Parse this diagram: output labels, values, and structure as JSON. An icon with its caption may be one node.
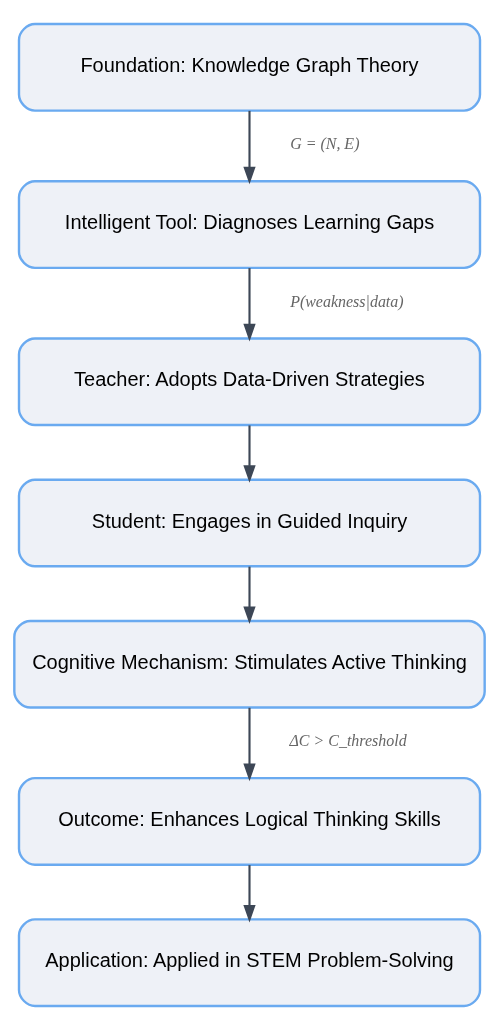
{
  "diagram": {
    "nodes": [
      {
        "text": [
          "Foundation: Knowledge Graph Theory"
        ]
      },
      {
        "text": [
          "Intelligent Tool: Diagnoses Learning Gaps"
        ]
      },
      {
        "text": [
          "Teacher: Adopts Data-Driven Strategies"
        ]
      },
      {
        "text": [
          "Student: Engages in Guided Inquiry"
        ]
      },
      {
        "text": [
          "Cognitive Mechanism: Stimulates Active Thinking"
        ]
      },
      {
        "text": [
          "Outcome: Enhances Logical Thinking Skills"
        ]
      },
      {
        "text": [
          "Application: Applied in STEM Problem-Solving"
        ]
      }
    ],
    "edges": [
      {
        "from": 0,
        "to": 1,
        "arrow": "to",
        "label": "G = (N, E)"
      },
      {
        "from": 1,
        "to": 2,
        "arrow": "to",
        "label": "P(weakness|data)"
      },
      {
        "from": 2,
        "to": 3,
        "arrow": "to"
      },
      {
        "from": 3,
        "to": 4,
        "arrow": "to"
      },
      {
        "from": 4,
        "to": 5,
        "arrow": "to",
        "label": "ΔC > C_threshold"
      },
      {
        "from": 5,
        "to": 6,
        "arrow": "to"
      }
    ]
  }
}
